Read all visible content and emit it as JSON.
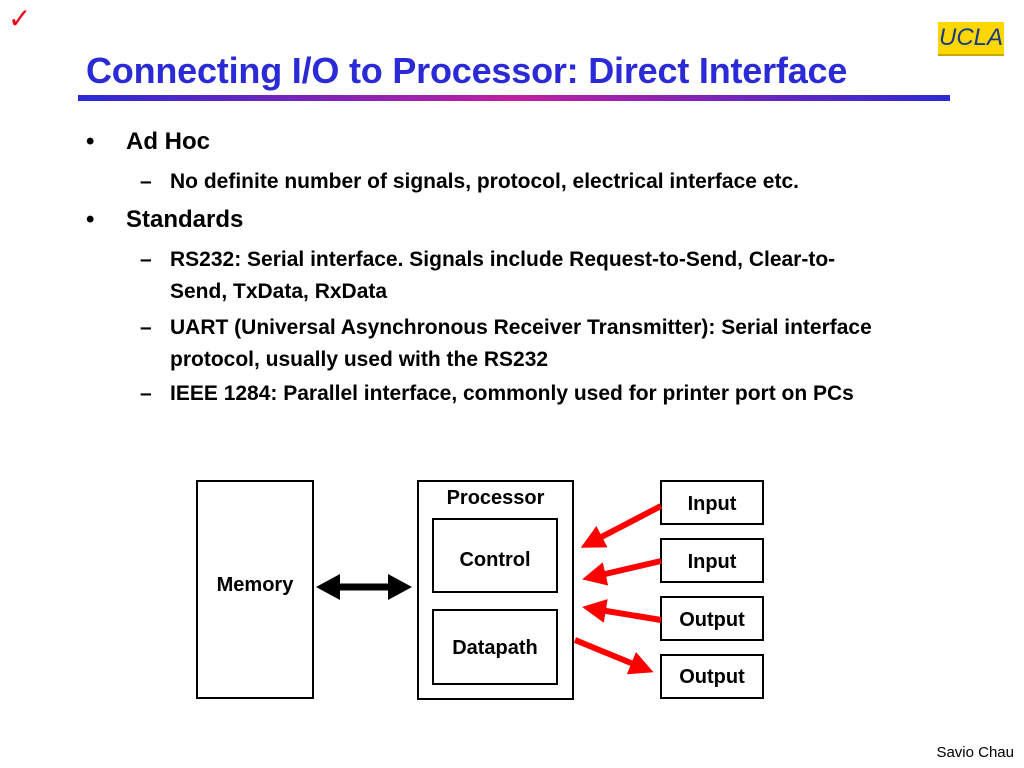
{
  "header": {
    "checkmark": "✓",
    "logo_text": "UCLA",
    "title": "Connecting I/O to Processor: Direct Interface"
  },
  "bullets": [
    {
      "text": "Ad Hoc",
      "sub": [
        "No definite number of signals, protocol, electrical interface etc."
      ]
    },
    {
      "text": "Standards",
      "sub": [
        "RS232: Serial interface. Signals include Request-to-Send, Clear-to-Send, TxData, RxData",
        "UART (Universal Asynchronous Receiver Transmitter): Serial interface protocol, usually used with the RS232",
        "IEEE 1284: Parallel interface, commonly used for printer port on PCs"
      ]
    }
  ],
  "bullet_symbol": "•",
  "dash_symbol": "–",
  "diagram": {
    "memory": "Memory",
    "processor": "Processor",
    "control": "Control",
    "datapath": "Datapath",
    "io": [
      "Input",
      "Input",
      "Output",
      "Output"
    ],
    "arrow_color": "#ff0000"
  },
  "footer": {
    "author": "Savio Chau"
  }
}
